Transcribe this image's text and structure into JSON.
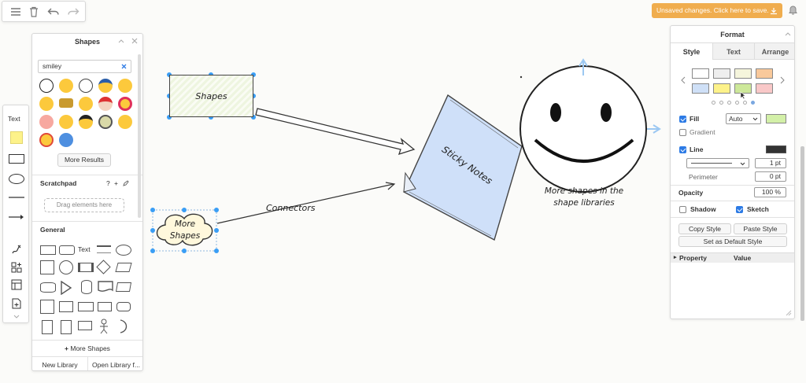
{
  "top_toolbar": {
    "menu_icon": "menu-icon",
    "delete_icon": "trash-icon",
    "undo_icon": "undo-icon",
    "redo_icon": "redo-icon"
  },
  "banner": {
    "text": "Unsaved changes. Click here to save.",
    "icon": "save-icon",
    "color": "#f0ad4e"
  },
  "shapes_panel": {
    "title": "Shapes",
    "search_value": "smiley",
    "more_results": "More Results",
    "scratchpad": {
      "label": "Scratchpad",
      "help": "?",
      "add": "+",
      "drop_hint": "Drag elements here"
    },
    "general": {
      "label": "General",
      "text_shape": "Text"
    },
    "more_shapes": "More Shapes",
    "new_library": "New Library",
    "open_library": "Open Library f..."
  },
  "left_tools": {
    "text": "Text"
  },
  "canvas": {
    "shapes_label": "Shapes",
    "more_shapes_label_line1": "More",
    "more_shapes_label_line2": "Shapes",
    "connectors_label": "Connectors",
    "sticky_label": "Sticky Notes",
    "smiley_caption_line1": "More shapes in the",
    "smiley_caption_line2": "shape libraries"
  },
  "format_panel": {
    "title": "Format",
    "tabs": [
      "Style",
      "Text",
      "Arrange"
    ],
    "active_tab": "Style",
    "swatches": [
      "#ffffff",
      "#eeeeee",
      "#f5f5dc",
      "#f9c99b",
      "#cfe0f7",
      "#fdf28a",
      "#cde89a",
      "#f9c8c8"
    ],
    "fill_label": "Fill",
    "fill_value": "Auto",
    "fill_color": "#d3f0a8",
    "gradient_label": "Gradient",
    "line_label": "Line",
    "line_color": "#333333",
    "line_width": "1 pt",
    "perimeter_label": "Perimeter",
    "perimeter_value": "0 pt",
    "opacity_label": "Opacity",
    "opacity_value": "100 %",
    "shadow_label": "Shadow",
    "sketch_label": "Sketch",
    "copy_style": "Copy Style",
    "paste_style": "Paste Style",
    "set_default": "Set as Default Style",
    "property_header": "Property",
    "value_header": "Value"
  },
  "right_bar": {
    "bell_icon": "bell-icon"
  }
}
